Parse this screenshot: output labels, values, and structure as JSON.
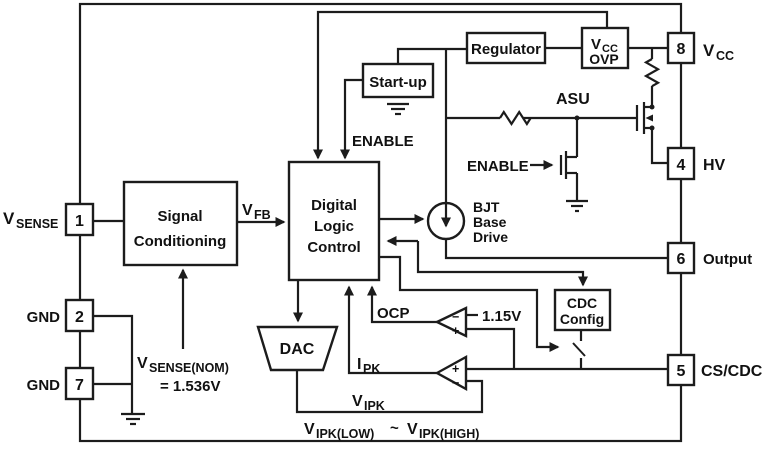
{
  "diagram": {
    "pins": {
      "p1": {
        "num": "1"
      },
      "p2": {
        "num": "2"
      },
      "p7": {
        "num": "7"
      },
      "p8": {
        "num": "8"
      },
      "p4": {
        "num": "4"
      },
      "p6": {
        "num": "6"
      },
      "p5": {
        "num": "5"
      }
    },
    "pin_labels": {
      "vsense": {
        "main": "V",
        "sub": "SENSE"
      },
      "gnd2": "GND",
      "gnd7": "GND",
      "vcc": {
        "main": "V",
        "sub": "CC"
      },
      "hv": "HV",
      "output": "Output",
      "cs_cdc": "CS/CDC"
    },
    "blocks": {
      "signal_conditioning": {
        "line1": "Signal",
        "line2": "Conditioning"
      },
      "digital_logic": {
        "line1": "Digital",
        "line2": "Logic",
        "line3": "Control"
      },
      "startup": "Start-up",
      "regulator": "Regulator",
      "vcc_ovp": {
        "main": "V",
        "sub": "CC",
        "line2": "OVP"
      },
      "dac": "DAC",
      "cdc_config": {
        "line1": "CDC",
        "line2": "Config"
      }
    },
    "signals": {
      "vfb": {
        "main": "V",
        "sub": "FB"
      },
      "enable_logic": "ENABLE",
      "enable_fet": "ENABLE",
      "asu": "ASU",
      "bjt": {
        "line1": "BJT",
        "line2": "Base",
        "line3": "Drive"
      },
      "ocp": "OCP",
      "ref_1v15": "1.15V",
      "ipk": {
        "main": "I",
        "sub": "PK"
      },
      "vipk": {
        "main": "V",
        "sub": "IPK"
      },
      "vsense_nom": {
        "main": "V",
        "sub": "SENSE(NOM)",
        "value": "= 1.536V"
      },
      "vipk_range": {
        "v1": "V",
        "s1": "IPK(LOW)",
        "tilde": "~",
        "v2": "V",
        "s2": "IPK(HIGH)"
      },
      "plus": "+",
      "minus": "−"
    },
    "colors": {
      "line": "#1c1c1c",
      "background": "#ffffff"
    }
  }
}
